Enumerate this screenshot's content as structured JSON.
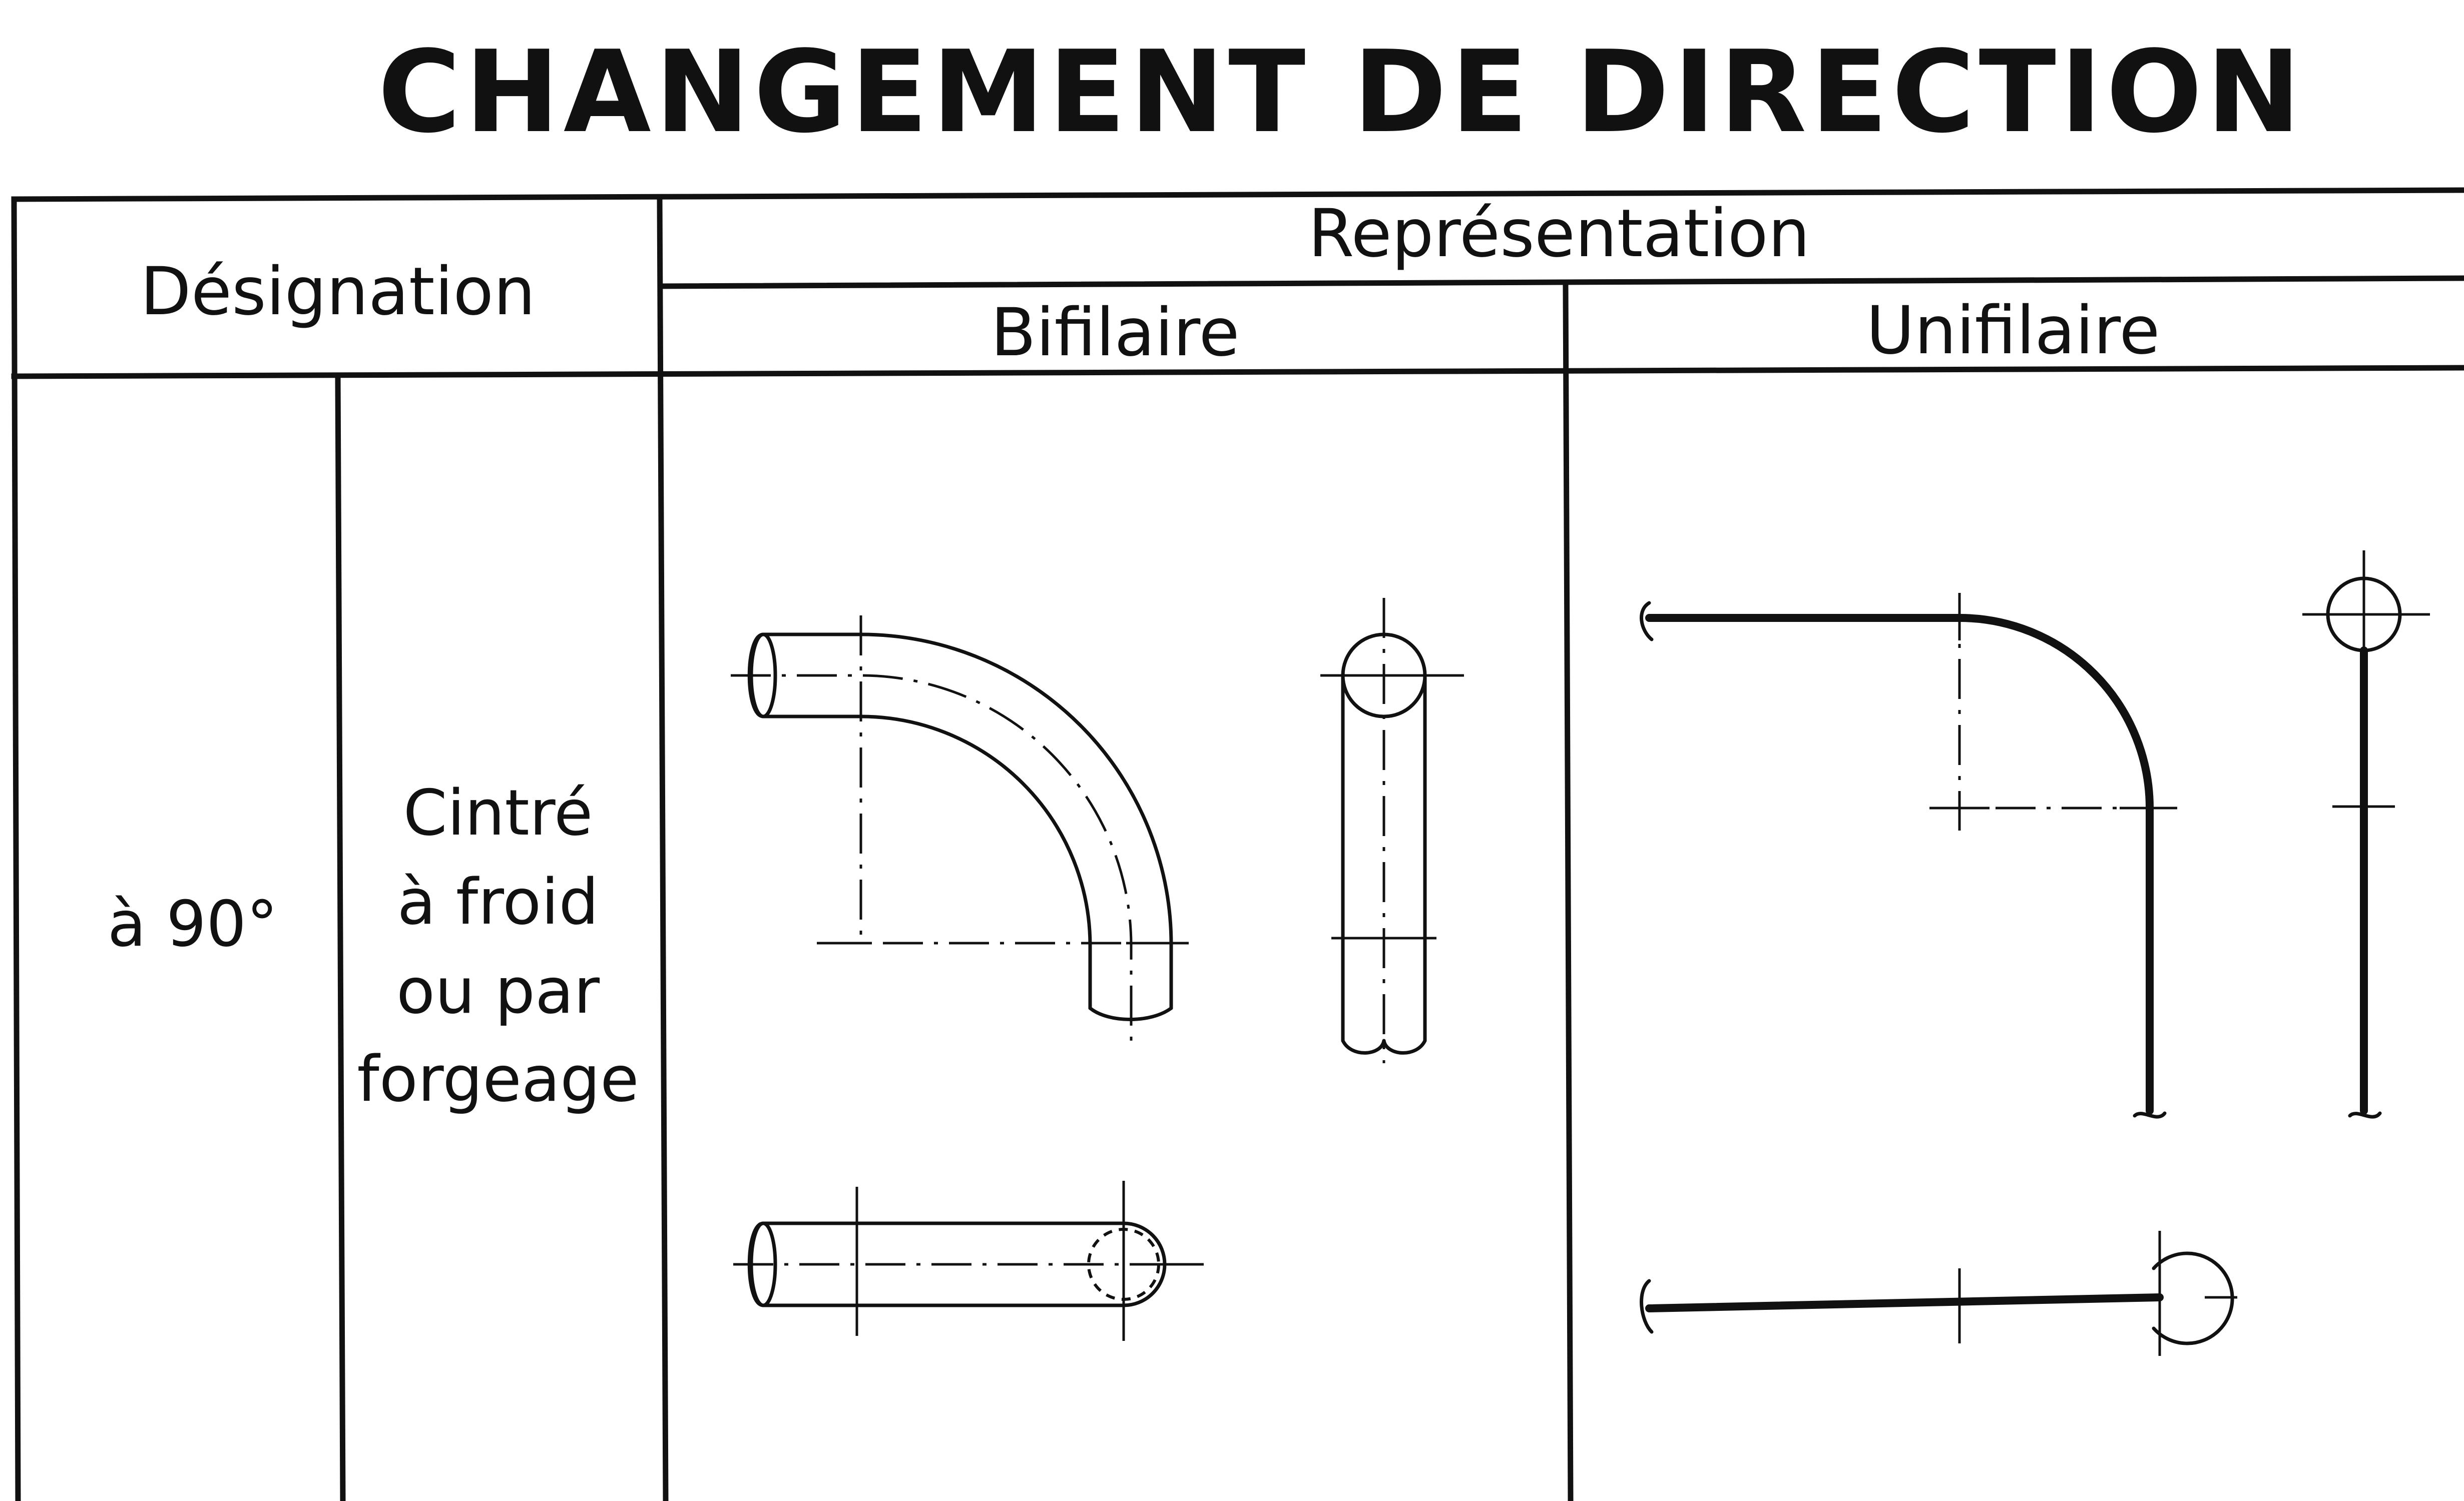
{
  "title": "CHANGEMENT DE DIRECTION",
  "table": {
    "header": {
      "designation": "Désignation",
      "representation": "Représentation",
      "bifilaire": "Bifilaire",
      "unifilaire": "Unifilaire"
    },
    "row": {
      "angle": "à 90°",
      "method_lines": [
        "Cintré",
        "à froid",
        "ou par",
        "forgeage"
      ]
    }
  }
}
